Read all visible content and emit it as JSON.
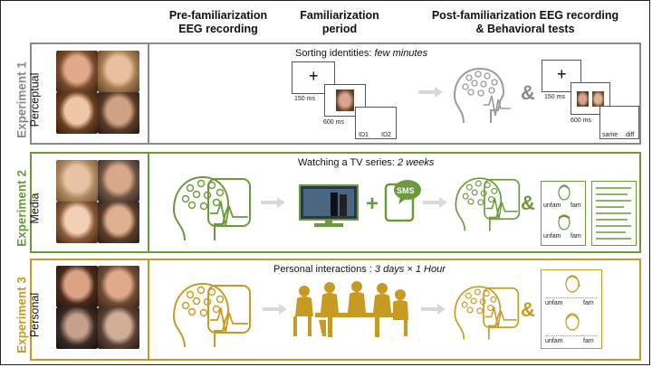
{
  "headers": {
    "pre": "Pre-familiarization\nEEG recording",
    "fam": "Familiarization\nperiod",
    "post": "Post-familiarization EEG recording\n& Behavioral tests"
  },
  "experiments": [
    {
      "label": "Experiment 1",
      "kind": "Perceptual",
      "color": "#8a8a8a",
      "caption_prefix": "Sorting identities: ",
      "caption_emph": "few minutes",
      "timings": [
        "150 ms",
        "600 ms",
        "150 ms",
        "600 ms"
      ],
      "responses": [
        "ID1",
        "ID2",
        "same",
        "diff"
      ],
      "amp": "&"
    },
    {
      "label": "Experiment 2",
      "kind": "Media",
      "color": "#6a9a3a",
      "caption_prefix": "Watching a TV series: ",
      "caption_emph": "2 weeks",
      "sms": "SMS",
      "plus": "+",
      "responses": [
        "unfam",
        "fam",
        "unfam",
        "fam"
      ],
      "amp": "&"
    },
    {
      "label": "Experiment 3",
      "kind": "Personal",
      "color": "#c79a22",
      "caption_prefix": "Personal interactions : ",
      "caption_emph": "3 days × 1 Hour",
      "responses": [
        "unfam",
        "fam",
        "unfam",
        "fam"
      ],
      "amp": "&"
    }
  ],
  "icons": [
    "eeg-head-icon",
    "tv-icon",
    "phone-sms-icon",
    "people-table-icon",
    "questionnaire-icon",
    "face-sketch-icon",
    "fixation-cross-icon"
  ]
}
